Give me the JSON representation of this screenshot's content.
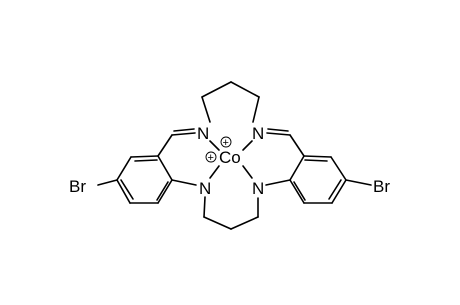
{
  "molecule": {
    "atoms": {
      "br_left": "Br",
      "br_right": "Br",
      "n_imine_left": "N",
      "n_imine_right": "N",
      "n_amine_left": "N",
      "n_amine_right": "N",
      "cobalt": "Co",
      "charge_top": "+",
      "charge_left": "+"
    },
    "colors": {
      "bond": "#000000",
      "text": "#000000",
      "background": "#ffffff"
    }
  }
}
